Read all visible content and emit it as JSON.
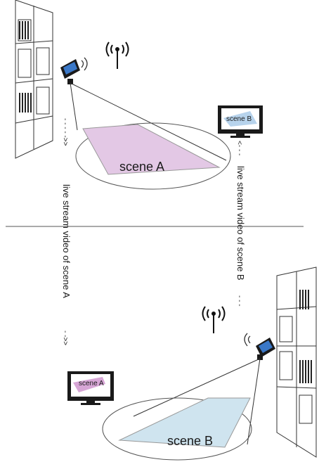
{
  "top_panel": {
    "scene_label": "scene A",
    "monitor_label": "scene B",
    "stream_label": "live stream video of scene B",
    "arrow_marks": "<- - -",
    "arrow_tail": "- - -",
    "scene_color": "#e3c8e5",
    "monitor_scene_color": "#b7d3ec"
  },
  "bottom_panel": {
    "scene_label": "scene B",
    "monitor_label": "scene A",
    "stream_label": "live stream video of scene A",
    "arrow_marks": "- - - - ->>",
    "arrow_head": "- ->>",
    "scene_color": "#cfe4ef",
    "monitor_scene_color": "#d7a6d6"
  },
  "icons": [
    "shelf-icon",
    "camera-phone-icon",
    "wifi-antenna-icon",
    "monitor-icon"
  ],
  "colors": {
    "line": "#1a1a1a",
    "phone_screen": "#3a78c8"
  }
}
